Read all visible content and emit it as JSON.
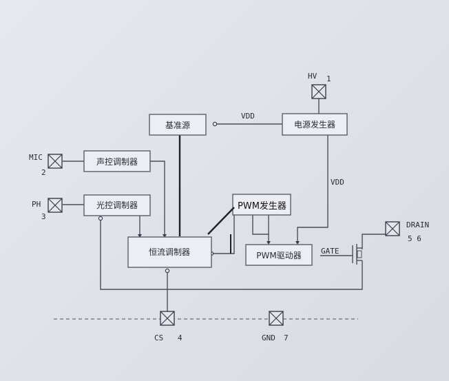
{
  "blocks": {
    "reference": "基准源",
    "power_gen": "电源发生器",
    "sound_mod": "声控调制器",
    "light_mod": "光控调制器",
    "const_current": "恒流调制器",
    "pwm_gen": "PWM发生器",
    "pwm_driver": "PWM驱动器"
  },
  "signals": {
    "vdd_top": "VDD",
    "vdd_right": "VDD",
    "gate": "GATE"
  },
  "pins": {
    "hv_name": "HV",
    "hv_num": "1",
    "mic_name": "MIC",
    "mic_num": "2",
    "ph_name": "PH",
    "ph_num": "3",
    "cs_name": "CS",
    "cs_num": "4",
    "gnd_name": "GND",
    "gnd_num": "7",
    "drain_name": "DRAIN",
    "drain_num": "5 6"
  }
}
